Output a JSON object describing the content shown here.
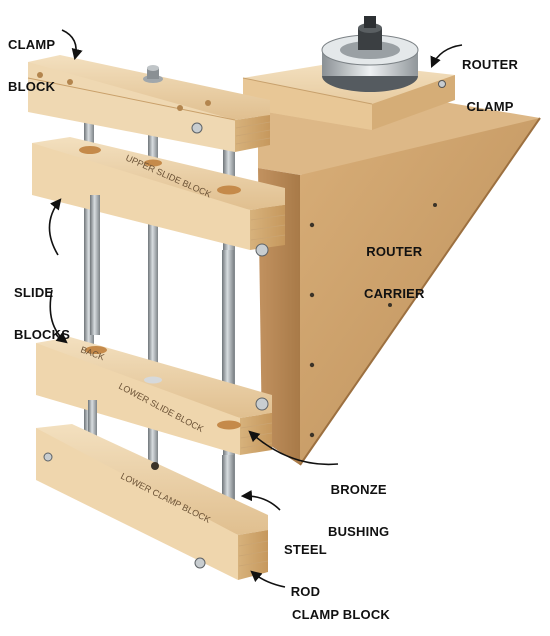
{
  "figure": {
    "callouts": {
      "clamp_block_top": [
        "CLAMP",
        "BLOCK"
      ],
      "router_clamp": [
        "ROUTER",
        "CLAMP"
      ],
      "router_carrier": [
        "ROUTER",
        "CARRIER"
      ],
      "slide_blocks": [
        "SLIDE",
        "BLOCKS"
      ],
      "bronze_bushing": [
        "BRONZE",
        "BUSHING"
      ],
      "steel_rod": [
        "STEEL",
        "ROD"
      ],
      "clamp_block_bottom": [
        "CLAMP BLOCK"
      ]
    },
    "engravings": {
      "upper_slide": "UPPER SLIDE BLOCK",
      "lower_slide": "LOWER SLIDE BLOCK",
      "lower_clamp": "LOWER CLAMP BLOCK",
      "back": "BACK"
    },
    "colors": {
      "plywood_face": "#e6c9a0",
      "plywood_light": "#f1dcb8",
      "plywood_edge": "#c9a06a",
      "mdf": "#c99e6a",
      "mdf_dark": "#a87d4c",
      "steel": "#9aa0a4",
      "bronze": "#c58a4a"
    }
  }
}
